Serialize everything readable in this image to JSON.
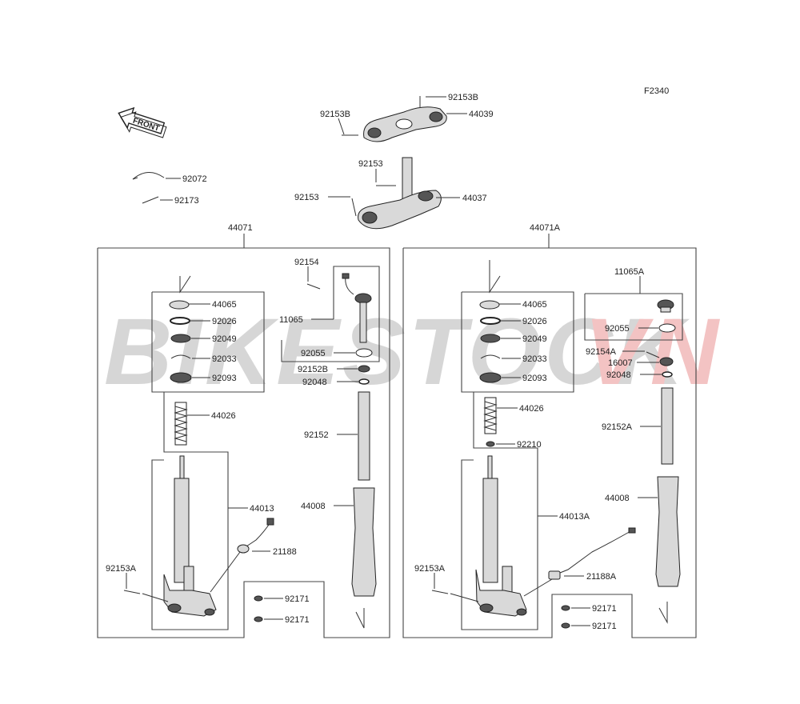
{
  "diagram": {
    "code": "F2340",
    "front_label": "FRONT",
    "watermark": {
      "text_main": "BIKESTOCK",
      "text_accent": "VN",
      "main_color": "#cfcfcf",
      "accent_color": "#f2b9b9"
    },
    "assembly_left": "44071",
    "assembly_right": "44071A",
    "labels": {
      "top_92153b_right": "92153B",
      "top_92153b_left": "92153B",
      "top_44039": "44039",
      "top_92153_a": "92153",
      "top_92153_b": "92153",
      "top_44037": "44037",
      "misc_92072": "92072",
      "misc_92173": "92173",
      "L_44065": "44065",
      "L_92026": "92026",
      "L_92049": "92049",
      "L_92033": "92033",
      "L_92093": "92093",
      "L_44026": "44026",
      "L_44013": "44013",
      "L_21188": "21188",
      "L_92153A": "92153A",
      "L_92171_a": "92171",
      "L_92171_b": "92171",
      "L_92154": "92154",
      "L_11065": "11065",
      "L_92055": "92055",
      "L_92152B": "92152B",
      "L_92048": "92048",
      "L_92152": "92152",
      "L_44008": "44008",
      "R_44065": "44065",
      "R_92026": "92026",
      "R_92049": "92049",
      "R_92033": "92033",
      "R_92093": "92093",
      "R_44026": "44026",
      "R_92210": "92210",
      "R_44013A": "44013A",
      "R_21188A": "21188A",
      "R_92153A": "92153A",
      "R_92171_a": "92171",
      "R_92171_b": "92171",
      "R_11065A": "11065A",
      "R_92055": "92055",
      "R_92154A": "92154A",
      "R_16007": "16007",
      "R_92048": "92048",
      "R_92152A": "92152A",
      "R_44008": "44008"
    }
  }
}
